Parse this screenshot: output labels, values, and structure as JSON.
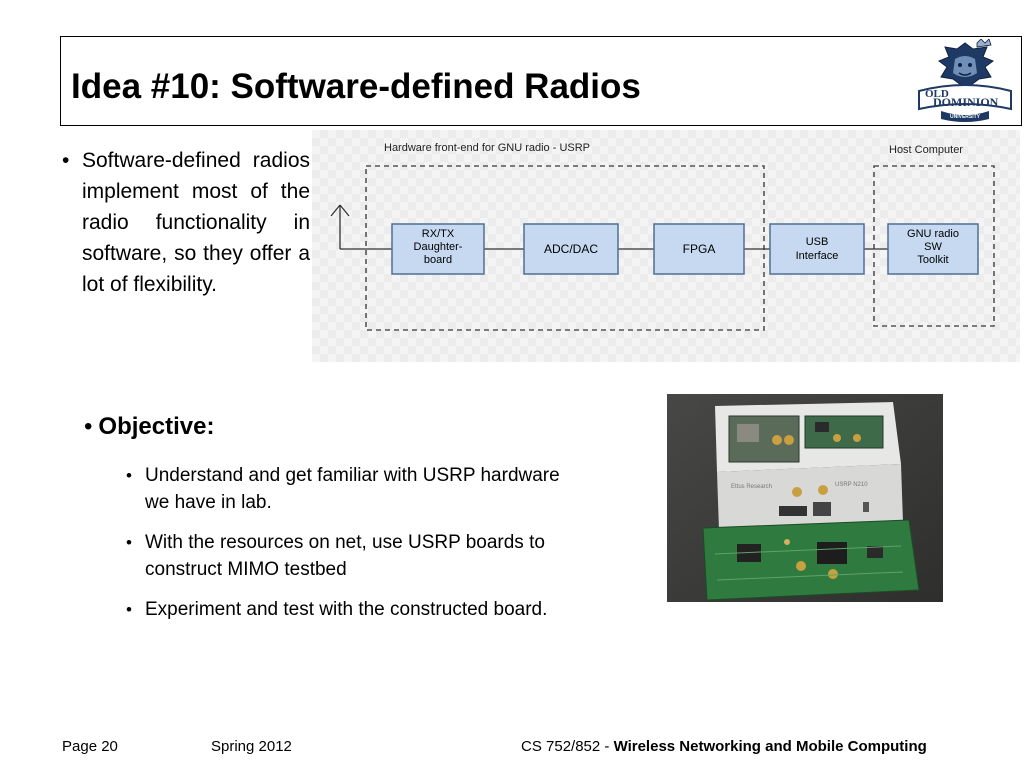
{
  "slide": {
    "title": "Idea #10: Software-defined Radios",
    "logo": {
      "line1": "OLD",
      "line2": "DOMINION",
      "line3": "UNIVERSITY",
      "icon": "lion-mascot-logo"
    }
  },
  "left_bullet": {
    "text": "Software-defined radios implement most of the radio functionality in software, so they offer a lot of flexibility."
  },
  "diagram": {
    "frontend_label": "Hardware front-end for GNU radio - USRP",
    "host_label": "Host Computer",
    "blocks": {
      "rxtx": [
        "RX/TX",
        "Daughter-",
        "board"
      ],
      "adcdac": [
        "ADC/DAC"
      ],
      "fpga": [
        "FPGA"
      ],
      "usb": [
        "USB",
        "Interface"
      ],
      "gnu": [
        "GNU radio",
        "SW",
        "Toolkit"
      ]
    },
    "colors": {
      "block_fill": "#c6d9f1",
      "block_stroke": "#4f6f95"
    }
  },
  "objective": {
    "heading": "Objective:",
    "items": [
      "Understand and get familiar with USRP hardware we have in lab.",
      "With the resources on net, use USRP boards to construct MIMO testbed",
      "Experiment and test with the constructed board."
    ]
  },
  "photo": {
    "box_label": "Ettus Research",
    "model_label": "USRP N210"
  },
  "footer": {
    "page": "Page 20",
    "term": "Spring 2012",
    "course_prefix": "CS 752/852 - ",
    "course_name": "Wireless Networking and Mobile Computing"
  }
}
